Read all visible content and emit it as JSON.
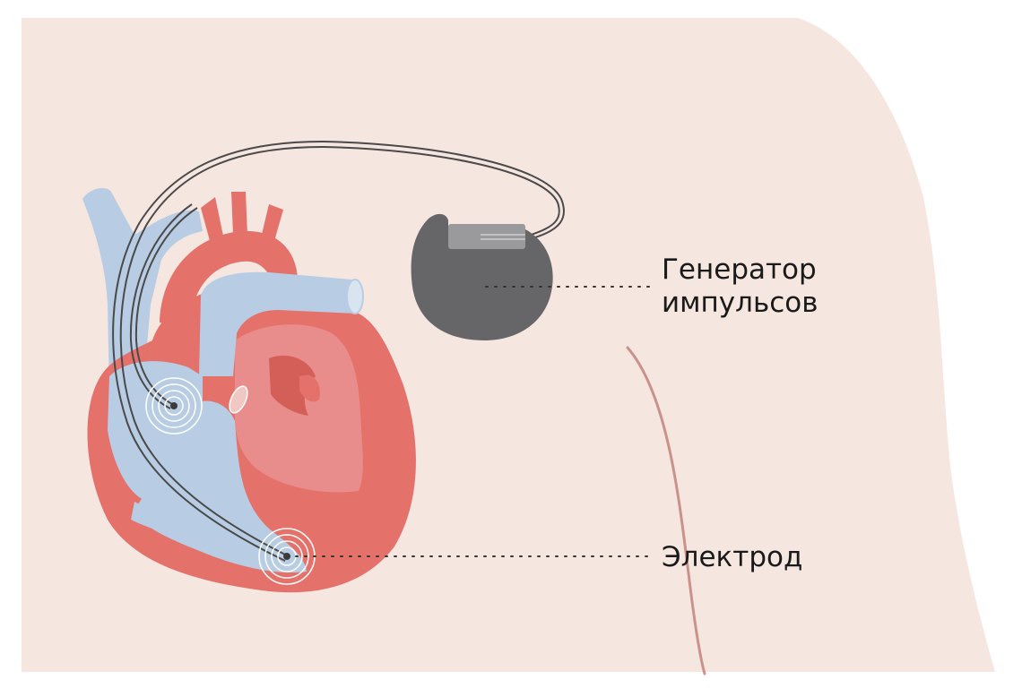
{
  "labels": {
    "generator_line1": "Генератор",
    "generator_line2": "импульсов",
    "electrode": "Электрод"
  },
  "colors": {
    "background": "#ffffff",
    "body_skin": "#f6e6e0",
    "torso_outline": "#c9928a",
    "heart_red": "#e4716a",
    "heart_dark_red": "#d45f58",
    "heart_inner_pink": "#e98c8c",
    "vessel_blue": "#b8cde4",
    "device_gray": "#666668",
    "device_connector": "#9a9a9c",
    "lead_wire": "#4a4a4a",
    "leader_dots": "#333333"
  },
  "icons": {
    "device": "pacemaker-generator-icon",
    "electrode_tip": "electrode-pulse-icon",
    "heart": "heart-icon"
  }
}
